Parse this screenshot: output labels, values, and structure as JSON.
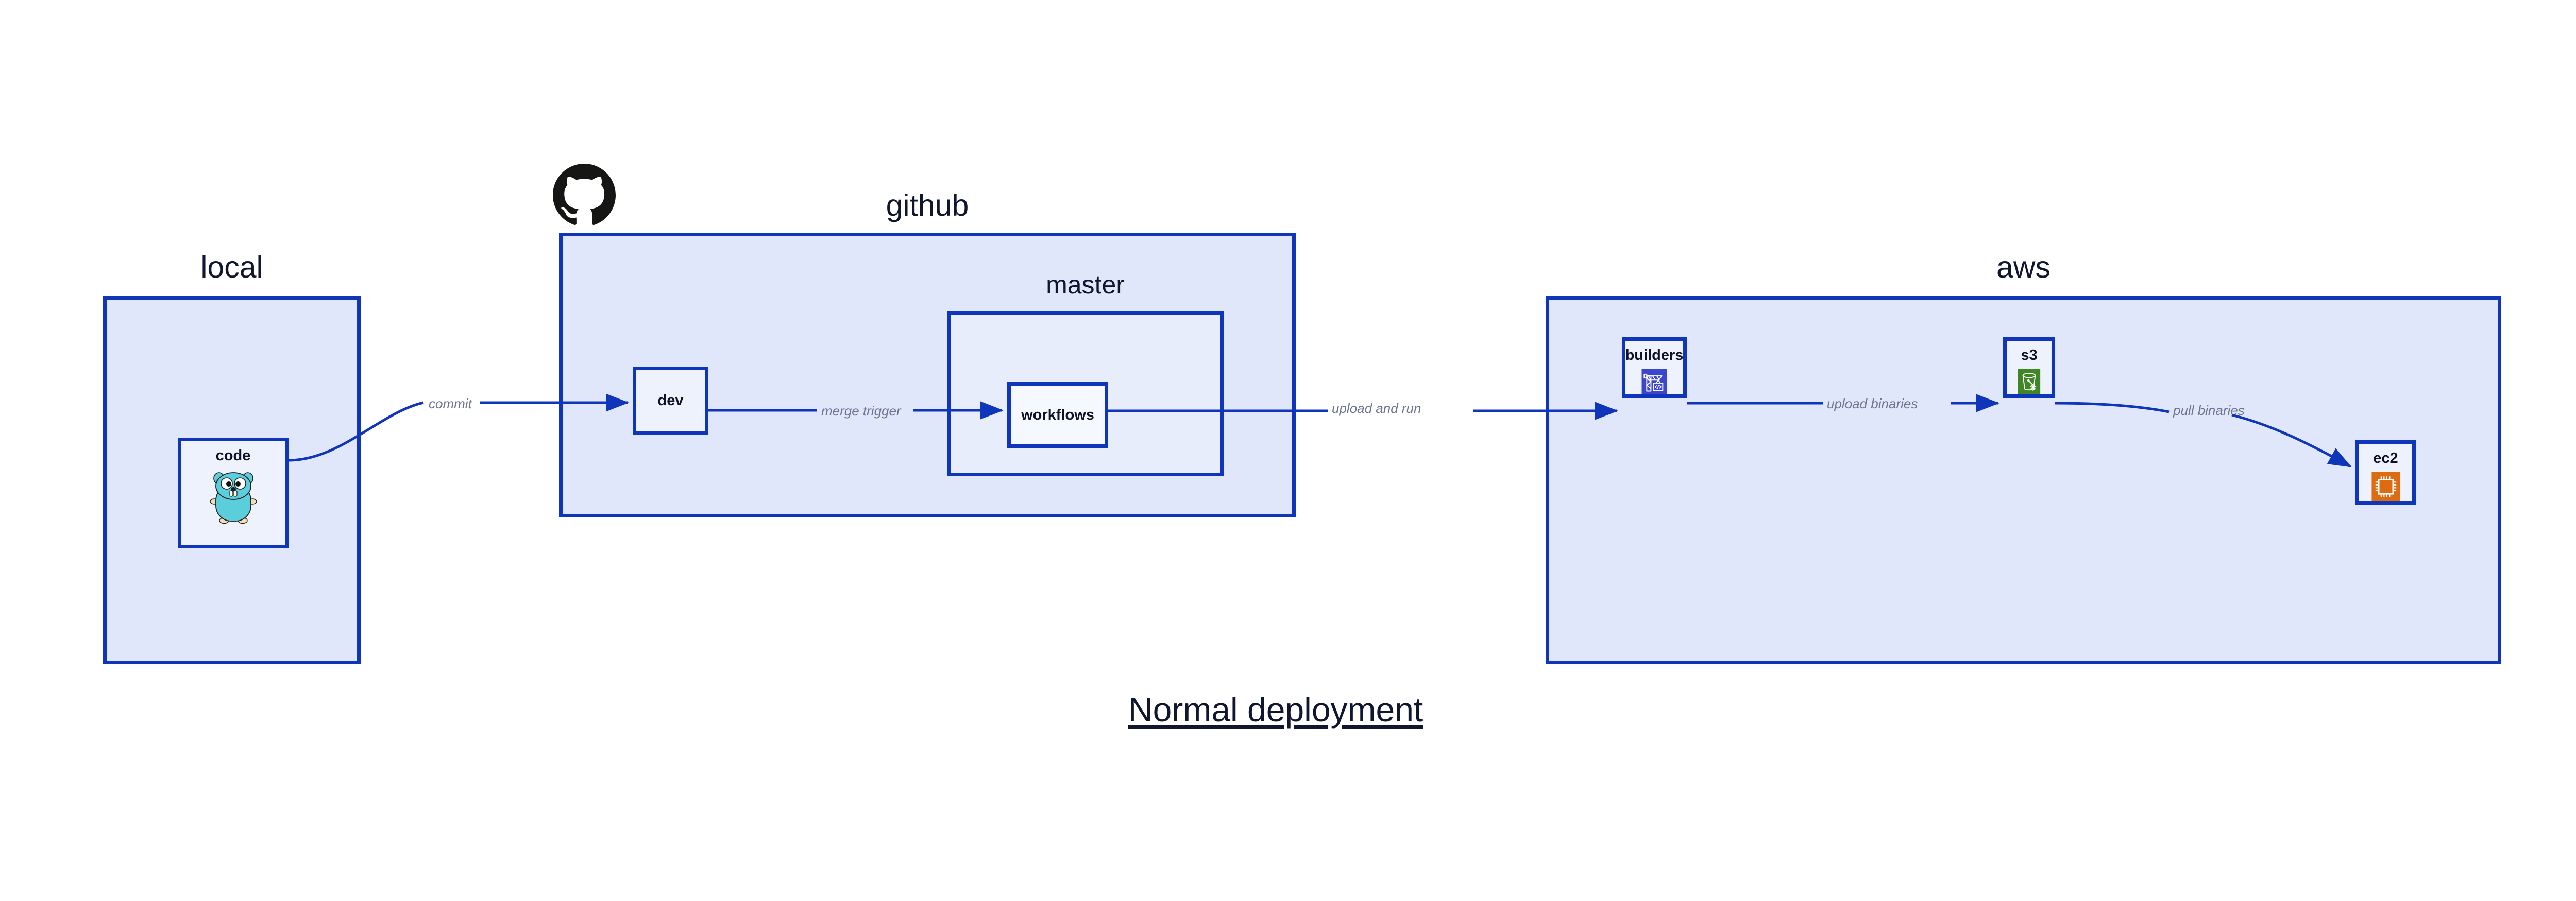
{
  "diagram": {
    "caption": "Normal deployment",
    "theme": {
      "cluster_fill": "#e1e7fa",
      "subcluster_fill": "#e8edfb",
      "node_fill": "#eef2fd",
      "stroke": "#0f35ba",
      "edge_label_color": "#6b7490",
      "text_color": "#10162f",
      "background": "#ffffff"
    },
    "clusters": [
      {
        "id": "local",
        "label": "local"
      },
      {
        "id": "github",
        "label": "github"
      },
      {
        "id": "aws",
        "label": "aws"
      }
    ],
    "subclusters": [
      {
        "id": "master",
        "label": "master",
        "parent": "github"
      }
    ],
    "nodes": [
      {
        "id": "code",
        "label": "code",
        "icon": "go-gopher-icon",
        "parent": "local"
      },
      {
        "id": "dev",
        "label": "dev",
        "icon": "none",
        "parent": "github"
      },
      {
        "id": "workflows",
        "label": "workflows",
        "icon": "none",
        "parent": "master"
      },
      {
        "id": "builders",
        "label": "builders",
        "icon": "aws-builders-crane-icon",
        "parent": "aws"
      },
      {
        "id": "s3",
        "label": "s3",
        "icon": "aws-s3-glacier-bucket-icon",
        "parent": "aws"
      },
      {
        "id": "ec2",
        "label": "ec2",
        "icon": "aws-ec2-chip-icon",
        "parent": "aws"
      }
    ],
    "edges": [
      {
        "id": "e1",
        "from": "code",
        "to": "dev",
        "label": "commit"
      },
      {
        "id": "e2",
        "from": "dev",
        "to": "workflows",
        "label": "merge trigger"
      },
      {
        "id": "e3",
        "from": "workflows",
        "to": "builders",
        "label": "upload and run"
      },
      {
        "id": "e4",
        "from": "builders",
        "to": "s3",
        "label": "upload binaries"
      },
      {
        "id": "e5",
        "from": "s3",
        "to": "ec2",
        "label": "pull binaries"
      }
    ],
    "logos": [
      {
        "id": "github-logo",
        "name": "github-octocat-logo",
        "color": "#161614"
      }
    ]
  }
}
